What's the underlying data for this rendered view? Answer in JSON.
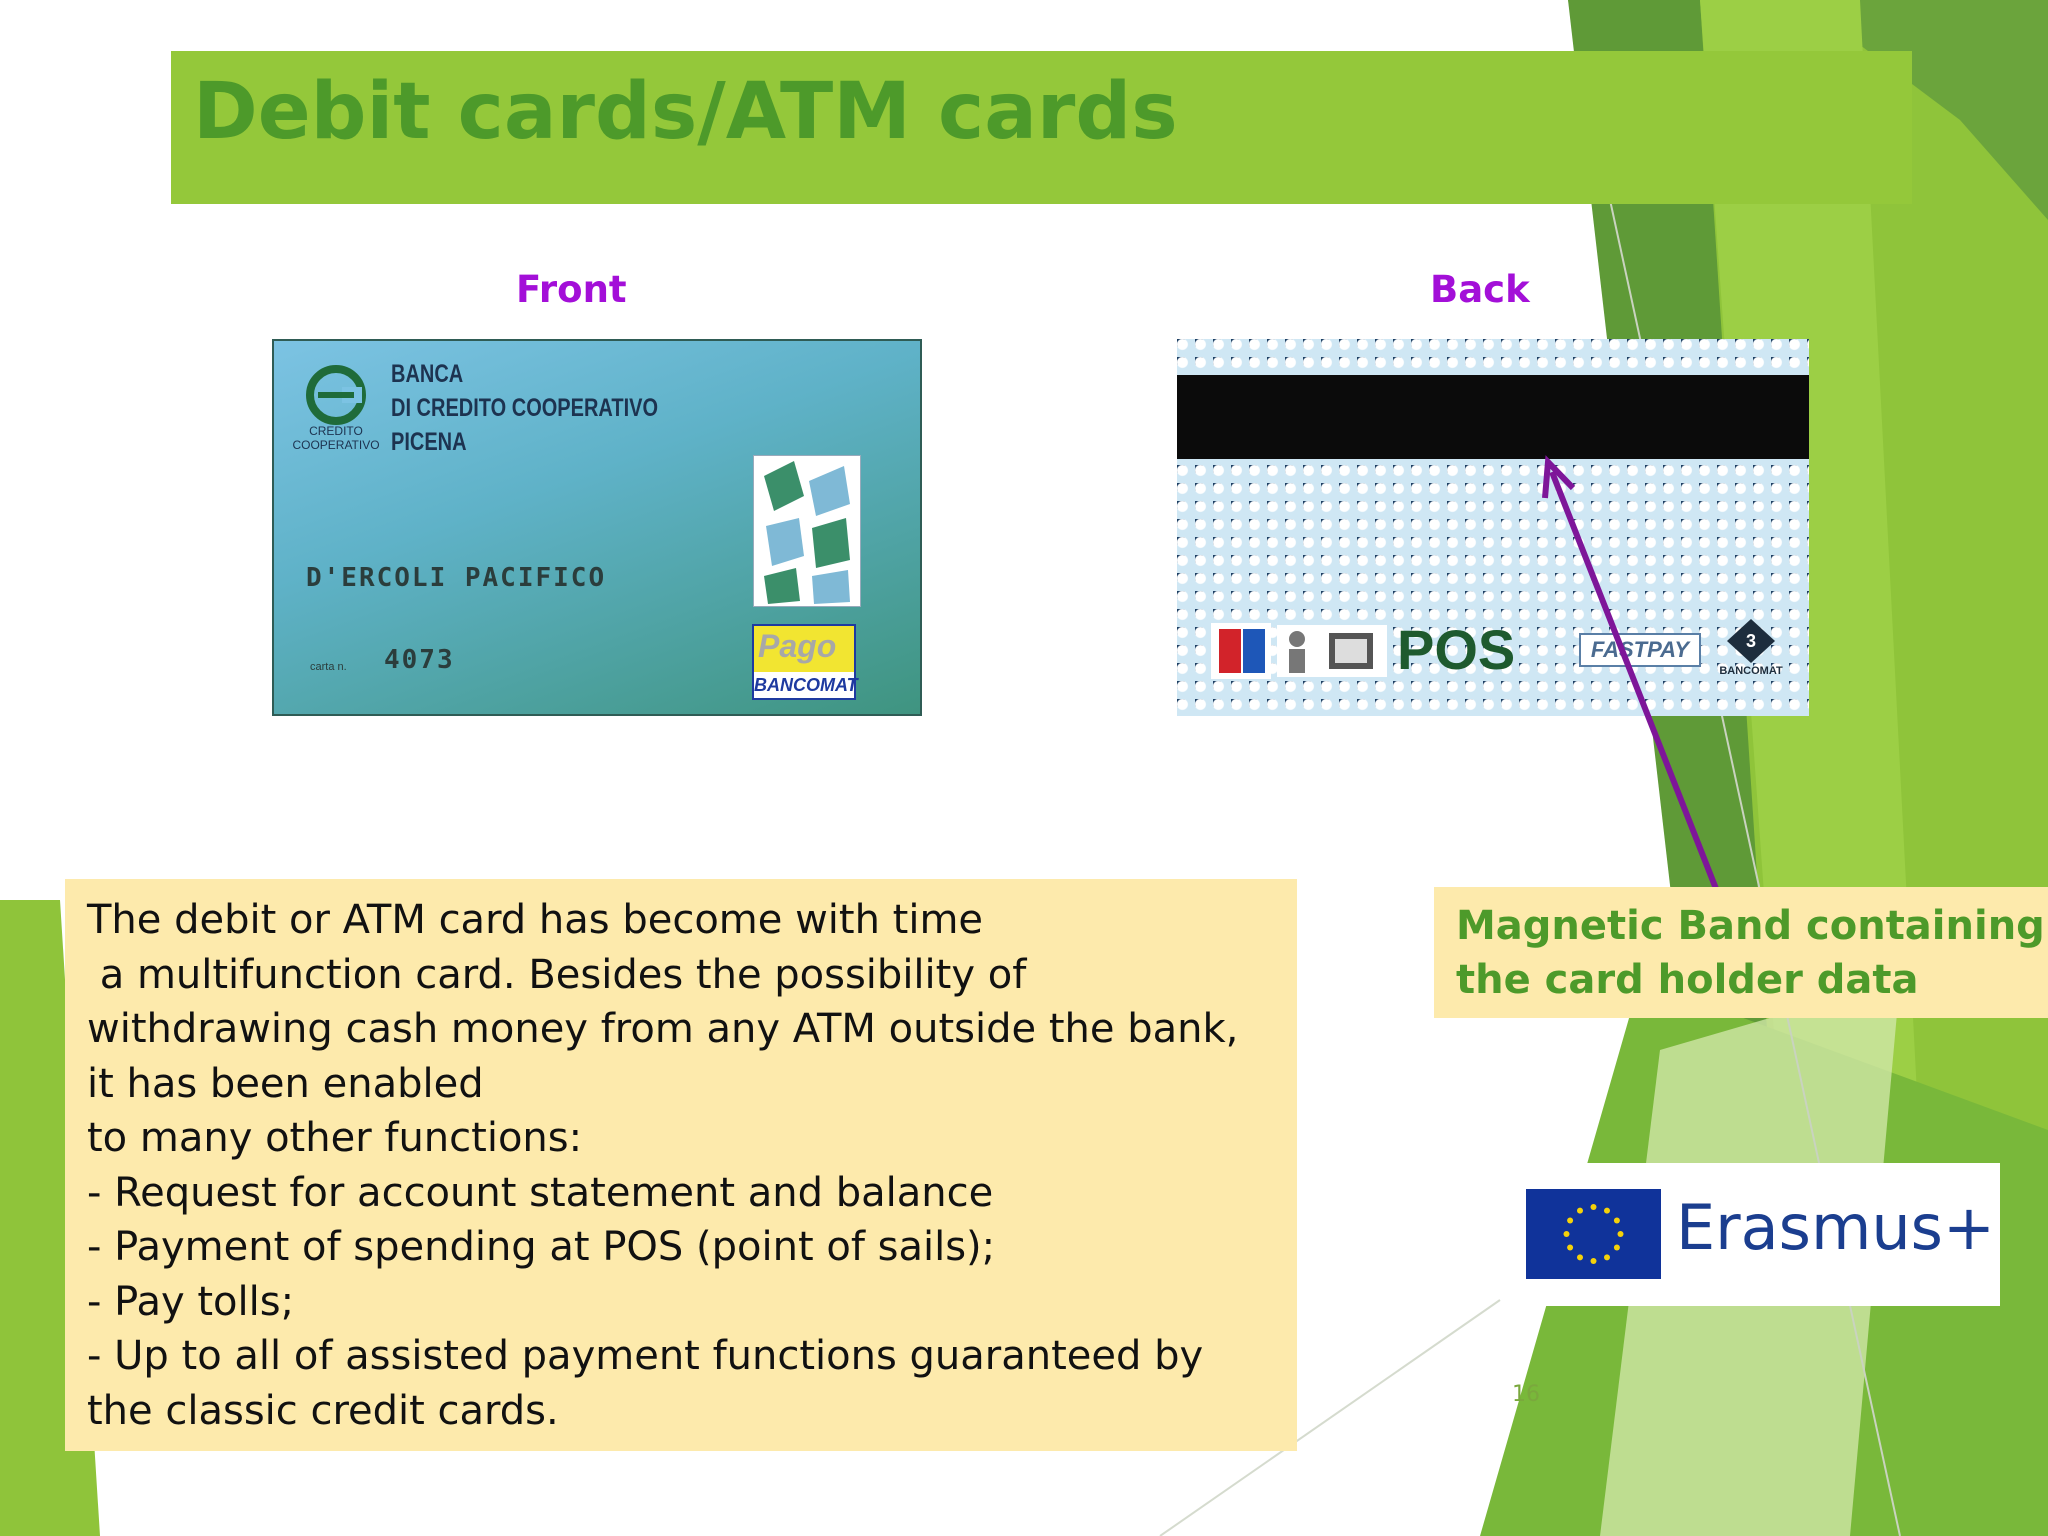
{
  "slide": {
    "title": "Debit cards/ATM cards",
    "front_label": "Front",
    "back_label": "Back",
    "accent_colors": {
      "title_bar": "#94c83a",
      "title_text": "#4d9a2a",
      "side_labels": "#a30fd8",
      "text_box": "#fdeaac",
      "arrow": "#7e1699"
    },
    "front_card": {
      "bank_lines": [
        "BANCA",
        "DI CREDITO COOPERATIVO",
        "PICENA"
      ],
      "logo_caption": [
        "CREDITO",
        "COOPERATIVO"
      ],
      "holder_name": "D'ERCOLI PACIFICO",
      "number_label": "carta n.",
      "number": "4073",
      "badge_top": "Pago",
      "badge_bottom": "BANCOMAT"
    },
    "back_card": {
      "logo_pos": "POS",
      "logo_fastpay": "FASTPAY",
      "logo_bancomat": "BANCOMAT"
    },
    "body_lines": [
      "The debit or ATM card has become with time",
      " a multifunction card. Besides the possibility of",
      "withdrawing cash money from any ATM outside the bank,",
      "it has been enabled",
      "to many other functions:",
      "- Request for account statement and balance",
      "- Payment of spending at POS (point of sails);",
      "- Pay tolls;",
      "- Up to all of assisted payment functions guaranteed by",
      "the classic credit cards."
    ],
    "callout_lines": [
      "Magnetic Band containing",
      "the card holder data"
    ],
    "erasmus_label": "Erasmus+",
    "page_number": "16"
  }
}
